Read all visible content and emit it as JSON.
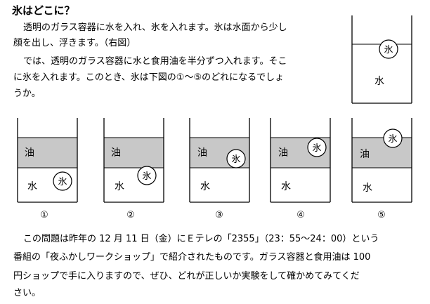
{
  "title": "氷はどこに？",
  "intro": {
    "line1": "透明のガラス容器に水を入れ、氷を入れます。氷は水面から少し",
    "line2": "顔を出し、浮きます。（右図）"
  },
  "question": {
    "line1": "では、透明のガラス容器に水と食用油を半分ずつ入れます。そこ",
    "line2": "に氷を入れます。このとき、氷は下図の①～⑤のどれになるでしょ",
    "line3": "うか。"
  },
  "reference_figure": {
    "ice": "氷",
    "water": "水"
  },
  "labels": {
    "oil": "油",
    "water": "水",
    "ice": "氷"
  },
  "choices": [
    "①",
    "②",
    "③",
    "④",
    "⑤"
  ],
  "note": {
    "line1": "この問題は昨年の 12 月 11 日（金）にＥテレの「2355」（23：55～24：00）という",
    "line2": "番組の「夜ふかしワークショップ」で紹介されたものです。ガラス容器と食用油は 100",
    "line3": "円ショップで手に入りますので、ぜひ、どれが正しいか実験をして確かめてみてくだ",
    "line4": "さい。"
  },
  "colors": {
    "oil_fill": "#c8c8c8",
    "line": "#000000"
  }
}
